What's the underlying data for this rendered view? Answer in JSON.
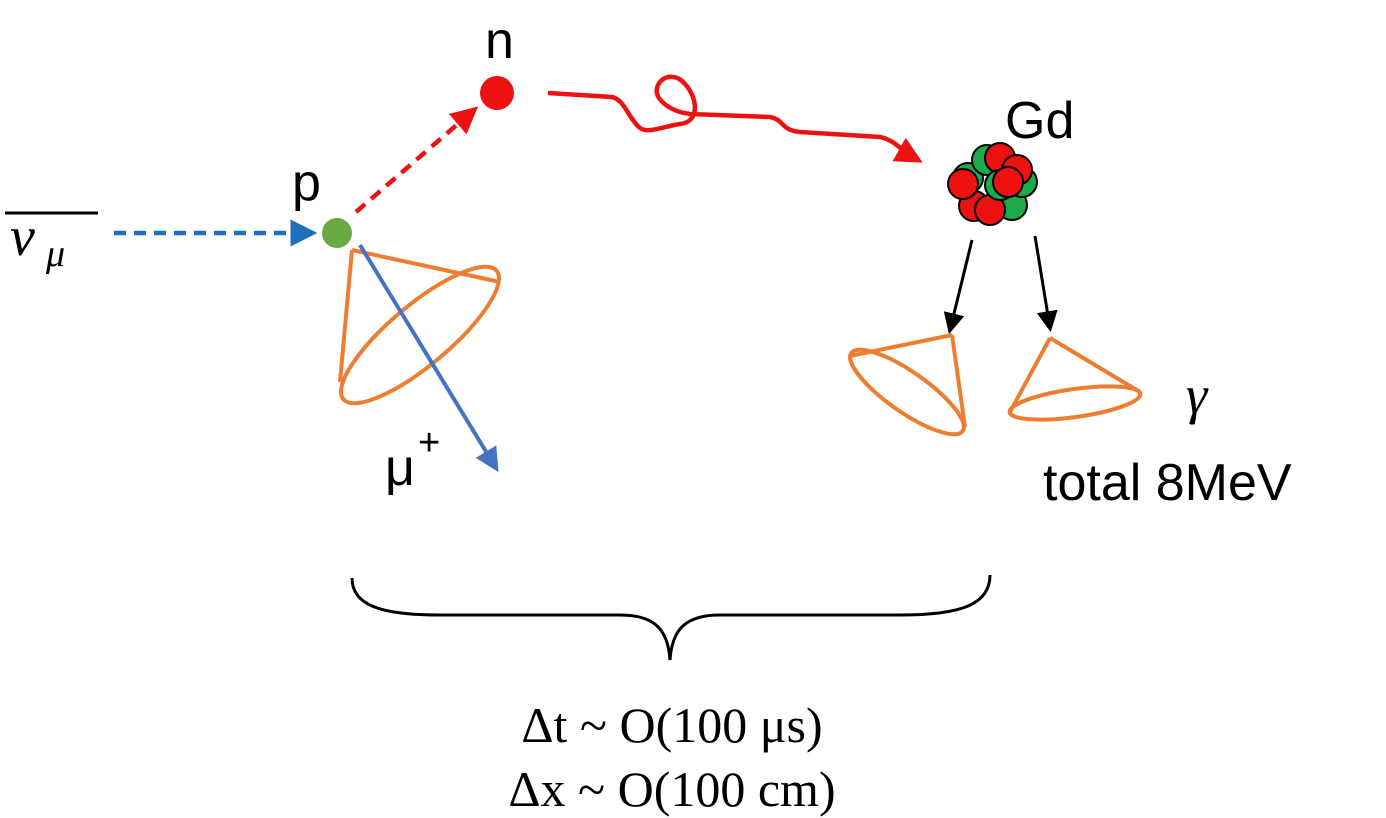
{
  "labels": {
    "neutrino_symbol": "ν",
    "neutrino_subscript": "μ",
    "proton": "p",
    "neutron": "n",
    "gadolinium": "Gd",
    "muon": "μ",
    "muon_charge": "+",
    "gamma": "γ",
    "gamma_energy": "total 8MeV",
    "delta_t": "Δt ~ O(100 μs)",
    "delta_x": "Δx ~ O(100 cm)"
  },
  "colors": {
    "neutrino_arrow": "#1f6fbf",
    "proton": "#6aaa45",
    "neutron": "#ee1111",
    "muon_track": "#4472c4",
    "cherenkov_cone": "#ed7d31",
    "gd_red": "#ee1111",
    "gd_green": "#1faa4a",
    "gamma_arrow": "#000000"
  },
  "icons": [
    "neutrino-arrow",
    "proton-dot",
    "neutron-dot",
    "gd-nucleus-icon",
    "cherenkov-cone"
  ]
}
